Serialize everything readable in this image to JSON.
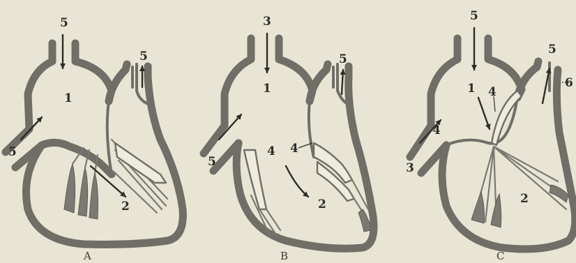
{
  "panels": [
    {
      "caption": "A",
      "labels": {
        "aorta_in": "5",
        "atrium": "1",
        "vena_in": "5",
        "outflow": "5",
        "ventricle": "2"
      }
    },
    {
      "caption": "B",
      "labels": {
        "aorta_in": "3",
        "atrium": "1",
        "vena_in": "5",
        "outflow": "5",
        "valve_left": "4",
        "valve_right": "4",
        "ventricle": "2"
      }
    },
    {
      "caption": "C",
      "labels": {
        "aorta_in": "5",
        "atrium": "1",
        "valve_top": "4",
        "vena_in": "3",
        "valve_left": "4",
        "outflow": "5",
        "extra": "6",
        "ventricle": "2"
      }
    }
  ]
}
